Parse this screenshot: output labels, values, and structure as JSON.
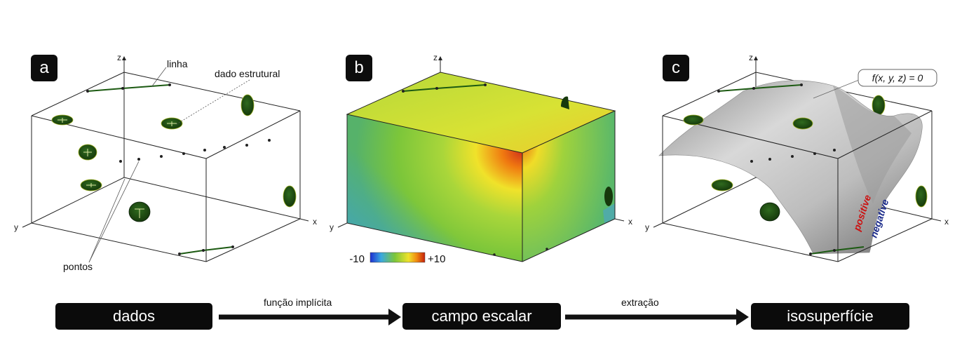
{
  "panels": {
    "a": {
      "badge": "a",
      "labels": {
        "line": "linha",
        "structural": "dado estrutural",
        "points": "pontos"
      },
      "axes": {
        "x": "x",
        "y": "y",
        "z": "z"
      }
    },
    "b": {
      "badge": "b",
      "axes": {
        "x": "x",
        "y": "y",
        "z": "z"
      },
      "colorbar": {
        "min": "-10",
        "max": "+10"
      }
    },
    "c": {
      "badge": "c",
      "axes": {
        "x": "x",
        "y": "y",
        "z": "z"
      },
      "equation": "f(x, y, z) = 0",
      "positive": "positive",
      "negative": "negative"
    }
  },
  "workflow": {
    "stage1": "dados",
    "arrow1": "função implícita",
    "stage2": "campo escalar",
    "arrow2": "extração",
    "stage3": "isosuperfície"
  },
  "colors": {
    "field_low": "#2a4fd6",
    "field_mid": "#7cc63a",
    "field_high": "#d42a10",
    "orientation_disc": "#1f4a14",
    "positive": "#cc1111",
    "negative": "#1a2a8a"
  }
}
